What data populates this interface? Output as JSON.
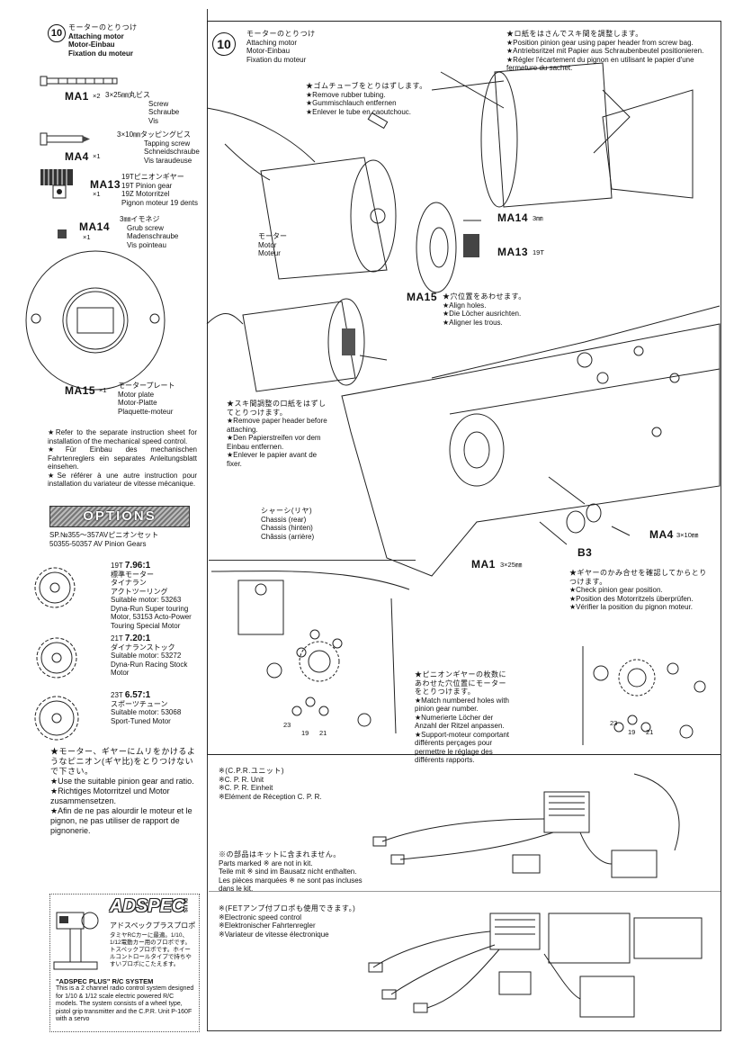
{
  "step": {
    "number": "10",
    "jp": "モーターのとりつけ",
    "en": "Attaching motor",
    "de": "Motor-Einbau",
    "fr": "Fixation du moteur"
  },
  "parts": [
    {
      "code": "MA1",
      "qty": "×2",
      "size": "3×25㎜丸ビス",
      "desc": [
        "Screw",
        "Schraube",
        "Vis"
      ]
    },
    {
      "code": "MA4",
      "qty": "×1",
      "size": "3×10㎜タッピングビス",
      "desc": [
        "Tapping screw",
        "Schneidschraube",
        "Vis taraudeuse"
      ]
    },
    {
      "code": "MA13",
      "qty": "×1",
      "size": "19Tピニオンギヤー",
      "desc": [
        "19T Pinion gear",
        "19Z Motorritzel",
        "Pignon moteur 19 dents"
      ]
    },
    {
      "code": "MA14",
      "qty": "×1",
      "size": "3㎜イモネジ",
      "desc": [
        "Grub screw",
        "Madenschraube",
        "Vis pointeau"
      ]
    },
    {
      "code": "MA15",
      "qty": "×1",
      "size": "モータープレート",
      "desc": [
        "Motor plate",
        "Motor-Platte",
        "Plaquette-moteur"
      ]
    }
  ],
  "esc_note": [
    "★Refer to the separate instruction sheet for installation of the mechanical speed control.",
    "★Für Einbau des mechanischen Fahrtenreglers ein separates Anleitungsblatt einsehen.",
    "★Se référer à une autre instruction pour installation du variateur de vitesse mécanique."
  ],
  "options": {
    "banner": "OPTIONS",
    "line1": "SP.№355〜357AVピニオンセット",
    "line2": "50355-50357 AV Pinion Gears",
    "gears": [
      {
        "teeth": "19T",
        "ratio": "7.96:1",
        "jp": [
          "標準モーター",
          "タイナラン",
          "アクトツーリング"
        ],
        "desc": "Suitable motor: 53263 Dyna-Run Super touring Motor, 53153 Acto-Power Touring Special Motor"
      },
      {
        "teeth": "21T",
        "ratio": "7.20:1",
        "jp": [
          "ダイナランストック"
        ],
        "desc": "Suitable motor: 53272 Dyna-Run Racing Stock Motor"
      },
      {
        "teeth": "23T",
        "ratio": "6.57:1",
        "jp": [
          "スポーツチューン"
        ],
        "desc": "Suitable motor: 53068 Sport-Tuned Motor"
      }
    ]
  },
  "gear_caution": {
    "jp": "★モーター、ギヤーにムリをかけるようなピニオン(ギヤ比)をとりつけないで下さい。",
    "en": "★Use the suitable pinion gear and ratio.",
    "de": "★Richtiges Motorritzel und Motor zusammensetzen.",
    "fr": "★Afin de ne pas alourdir le moteur et le pignon, ne pas utiliser de rapport de pignonerie."
  },
  "ad": {
    "logo": "ADSPEC",
    "plus": "PLUS",
    "jp_title": "アドスペックプラスプロポ",
    "jp_text": "タミヤRCカーに最適。1/10、1/12電動カー用のプロポです。トスペックプロポです。ホイールコントロールタイプで持ちやすいプロポにこたえます。",
    "title": "\"ADSPEC PLUS\" R/C SYSTEM",
    "text": "This is a 2 channel radio control system designed for 1/10 & 1/12 scale electric powered R/C models. The system consists of a wheel type, pistol grip transmitter and the C.P.R. Unit P-160F with a servo"
  },
  "main": {
    "rubber": [
      "★ゴムチューブをとりはずします。",
      "★Remove rubber tubing.",
      "★Gummischlauch entfernen",
      "★Enlever le tube en caoutchouc."
    ],
    "paper": [
      "★ロ紙をはさんでスキ間を調整します。",
      "★Position pinion gear using paper header from screw bag.",
      "★Antriebsritzel mit Papier aus Schraubenbeutel positionieren.",
      "★Régler l'écartement du pignon en utilisant le papier d'une fermeture du sachet."
    ],
    "motor_label": [
      "モーター",
      "Motor",
      "Moteur"
    ],
    "ma14_label": "MA14",
    "ma14_size": "3㎜",
    "ma13_label": "MA13",
    "ma13_size": "19T",
    "ma15_label": "MA15",
    "align": [
      "★穴位置をあわせます。",
      "★Align holes.",
      "★Die Löcher ausrichten.",
      "★Aligner les trous."
    ],
    "remove_paper": [
      "★スキ間調整の口紙をはずしてとりつけます。",
      "★Remove paper header before attaching.",
      "★Den Papierstreifen vor dem Einbau entfernen.",
      "★Enlever le papier avant de fixer."
    ],
    "chassis": [
      "シャーシ(リヤ)",
      "Chassis (rear)",
      "Chassis (hinten)",
      "Châssis (arrière)"
    ],
    "ma4_label": "MA4",
    "ma4_size": "3×10㎜",
    "ma1_label": "MA1",
    "ma1_size": "3×25㎜",
    "b3_label": "B3",
    "check": [
      "★ギヤーのかみ合せを確認してからとりつけます。",
      "★Check pinion gear position.",
      "★Position des Motorritzels überprüfen.",
      "★Vérifier la position du pignon moteur."
    ],
    "match": [
      "★ピニオンギヤーの枚数にあわせた穴位置にモーターをとりつけます。",
      "★Match numbered holes with pinion gear number.",
      "★Numerierte Löcher der Anzahl der Ritzel anpassen.",
      "★Support-moteur comportant différents perçages pour permettre le réglage des différents rapports."
    ],
    "hole_nums": [
      "23",
      "19",
      "21"
    ]
  },
  "cpr": {
    "title": "※(C.P.R.ユニット)",
    "lines": [
      "※C. P. R. Unit",
      "※C. P. R. Einheit",
      "※Elément de Réception C. P. R."
    ]
  },
  "notinkit": [
    "※の部品はキットに含まれません。",
    "Parts marked ※ are not in kit.",
    "Teile mit ※ sind im Bausatz nicht enthalten.",
    "Les pièces marquées ※ ne sont pas incluses dans le kit."
  ],
  "fet": {
    "title": "※(FETアンプ付プロポも使用できます。)",
    "lines": [
      "※Electronic speed control",
      "※Elektronischer Fahrtenregler",
      "※Variateur de vitesse électronique"
    ]
  }
}
